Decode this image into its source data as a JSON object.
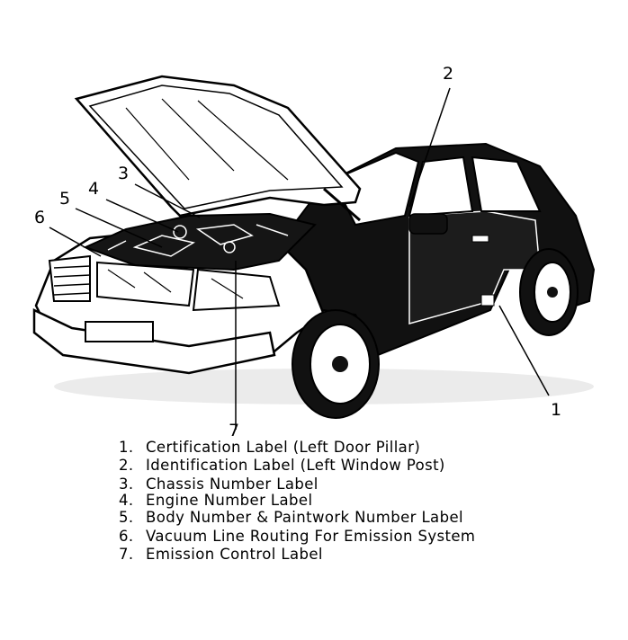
{
  "callouts": {
    "c1": "1",
    "c2": "2",
    "c3": "3",
    "c4": "4",
    "c5": "5",
    "c6": "6",
    "c7": "7"
  },
  "legend": [
    {
      "num": "1.",
      "text": "Certification Label (Left Door Pillar)"
    },
    {
      "num": "2.",
      "text": "Identification Label (Left Window Post)"
    },
    {
      "num": "3.",
      "text": "Chassis Number Label"
    },
    {
      "num": "4.",
      "text": "Engine Number Label"
    },
    {
      "num": "5.",
      "text": "Body Number & Paintwork Number Label"
    },
    {
      "num": "6.",
      "text": "Vacuum Line Routing For Emission System"
    },
    {
      "num": "7.",
      "text": "Emission Control Label"
    }
  ],
  "colors": {
    "ink": "#000000",
    "paper": "#ffffff",
    "panel": "#1a1a1a"
  },
  "icons": [
    "car-illustration",
    "wheel-icon",
    "hood-icon"
  ]
}
